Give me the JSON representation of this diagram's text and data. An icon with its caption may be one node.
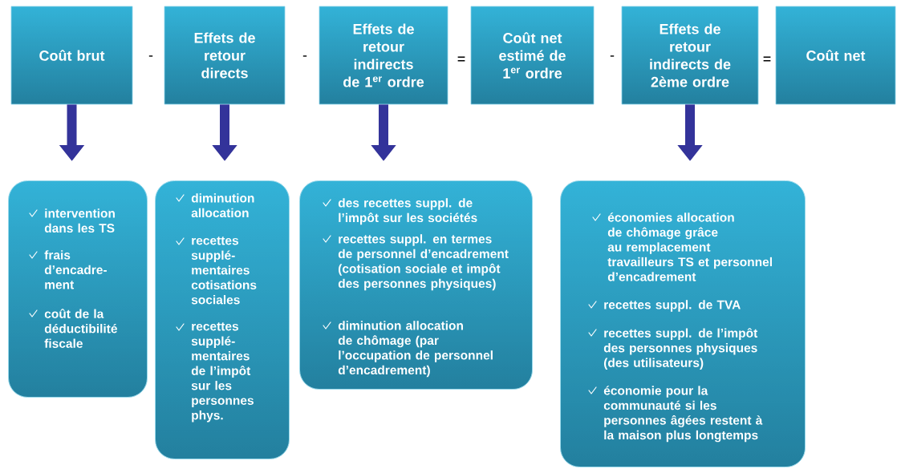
{
  "diagram": {
    "nodes": [
      {
        "text": [
          "Coût brut"
        ]
      },
      {
        "text": [
          "Effets de retour directs"
        ]
      },
      {
        "text": [
          "Effets de retour indirects de 1$^{er}$ ordre"
        ]
      },
      {
        "text": [
          "Coût net estimé de 1$^{er}$ ordre"
        ]
      },
      {
        "text": [
          "Effets de retour indirects de 2ème ordre"
        ]
      },
      {
        "text": [
          "Coût net"
        ]
      },
      {
        "text": [
          "intervention dans les TS",
          "frais d’encadre-ment",
          "coût de la déductibilité fiscale"
        ]
      },
      {
        "text": [
          "diminution allocation",
          "recettes supplé-mentaires cotisations sociales",
          "recettes supplé-mentaires de l’impôt sur les personnes phys."
        ]
      },
      {
        "text": [
          "des recettes suppl. de l’impôt sur les sociétés",
          "recettes suppl. en termes de personnel d’encadrement (cotisation sociale et impôt des personnes physiques)",
          "diminution allocation de chômage (par l’occupation de personnel d’encadrement)"
        ]
      },
      {
        "text": [
          "économies allocation de chômage grâce au remplacement travailleurs TS et personnel d’encadrement",
          "recettes suppl. de TVA",
          "recettes suppl. de l’impôt des personnes physiques (des utilisateurs)",
          "économie pour la communauté si les personnes âgées restent à la maison plus longtemps"
        ]
      }
    ],
    "edges": [
      {
        "from": 0,
        "to": 6,
        "arrow": "to"
      },
      {
        "from": 1,
        "to": 7,
        "arrow": "to"
      },
      {
        "from": 2,
        "to": 8,
        "arrow": "to"
      },
      {
        "from": 4,
        "to": 9,
        "arrow": "to"
      }
    ],
    "labels": [
      "-",
      "-",
      "=",
      "-",
      "="
    ]
  }
}
